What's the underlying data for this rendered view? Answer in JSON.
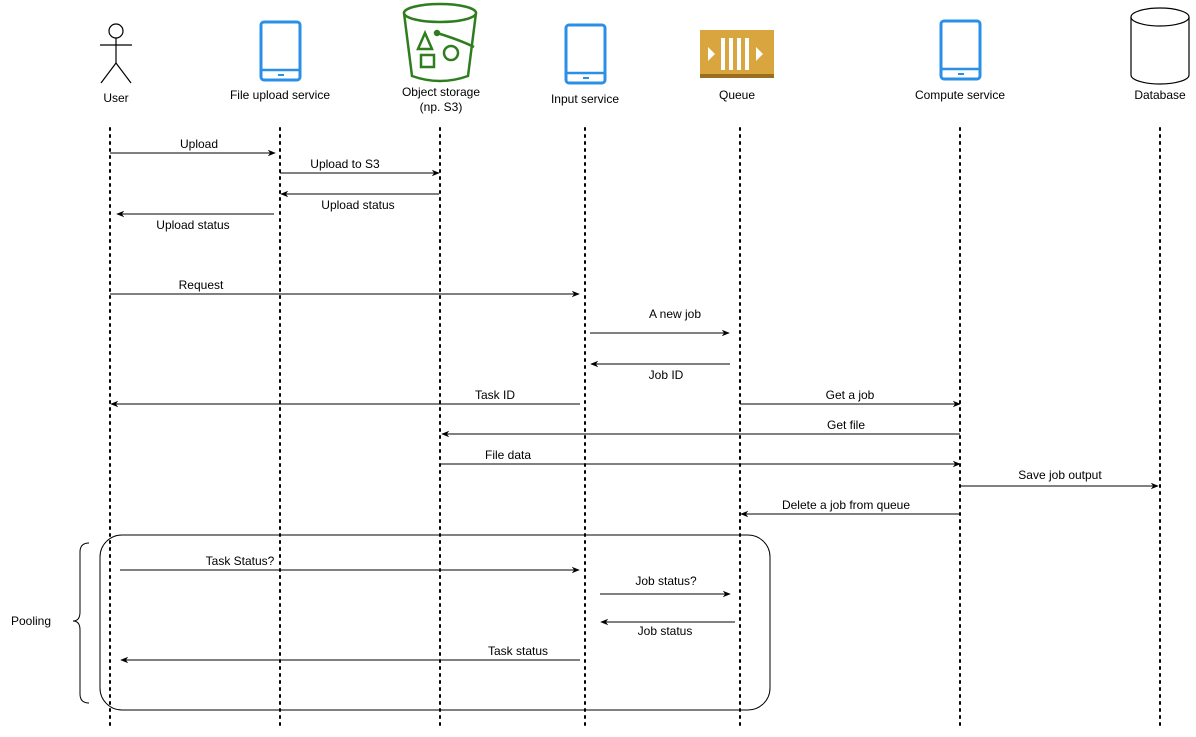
{
  "participants": [
    {
      "id": "user",
      "label": "User",
      "icon": "actor-icon"
    },
    {
      "id": "upload",
      "label": "File upload service",
      "icon": "mobile-client-icon",
      "color": "#2A8FE6"
    },
    {
      "id": "storage",
      "label": "Object storage",
      "sublabel": "(np. S3)",
      "icon": "s3-bucket-icon",
      "color": "#2E7D1E"
    },
    {
      "id": "input",
      "label": "Input service",
      "icon": "mobile-client-icon",
      "color": "#2A8FE6"
    },
    {
      "id": "queue",
      "label": "Queue",
      "icon": "sqs-queue-icon",
      "color": "#D9A53F"
    },
    {
      "id": "compute",
      "label": "Compute service",
      "icon": "mobile-client-icon",
      "color": "#2A8FE6"
    },
    {
      "id": "database",
      "label": "Database",
      "icon": "database-cylinder-icon"
    }
  ],
  "messages": [
    {
      "from": "user",
      "to": "upload",
      "label": "Upload"
    },
    {
      "from": "upload",
      "to": "storage",
      "label": "Upload to S3"
    },
    {
      "from": "storage",
      "to": "upload",
      "label": "Upload status"
    },
    {
      "from": "upload",
      "to": "user",
      "label": "Upload status"
    },
    {
      "from": "user",
      "to": "input",
      "label": "Request"
    },
    {
      "from": "input",
      "to": "queue",
      "label": "A new job"
    },
    {
      "from": "queue",
      "to": "input",
      "label": "Job ID"
    },
    {
      "from": "input",
      "to": "user",
      "label": "Task ID"
    },
    {
      "from": "queue",
      "to": "compute",
      "label": "Get a job"
    },
    {
      "from": "compute",
      "to": "storage",
      "label": "Get file"
    },
    {
      "from": "storage",
      "to": "compute",
      "label": "File data"
    },
    {
      "from": "compute",
      "to": "database",
      "label": "Save job output"
    },
    {
      "from": "compute",
      "to": "queue",
      "label": "Delete a job from queue"
    },
    {
      "from": "user",
      "to": "input",
      "label": "Task Status?"
    },
    {
      "from": "input",
      "to": "queue",
      "label": "Job status?"
    },
    {
      "from": "queue",
      "to": "input",
      "label": "Job status"
    },
    {
      "from": "input",
      "to": "user",
      "label": "Task status"
    }
  ],
  "loop": {
    "label": "Pooling"
  }
}
